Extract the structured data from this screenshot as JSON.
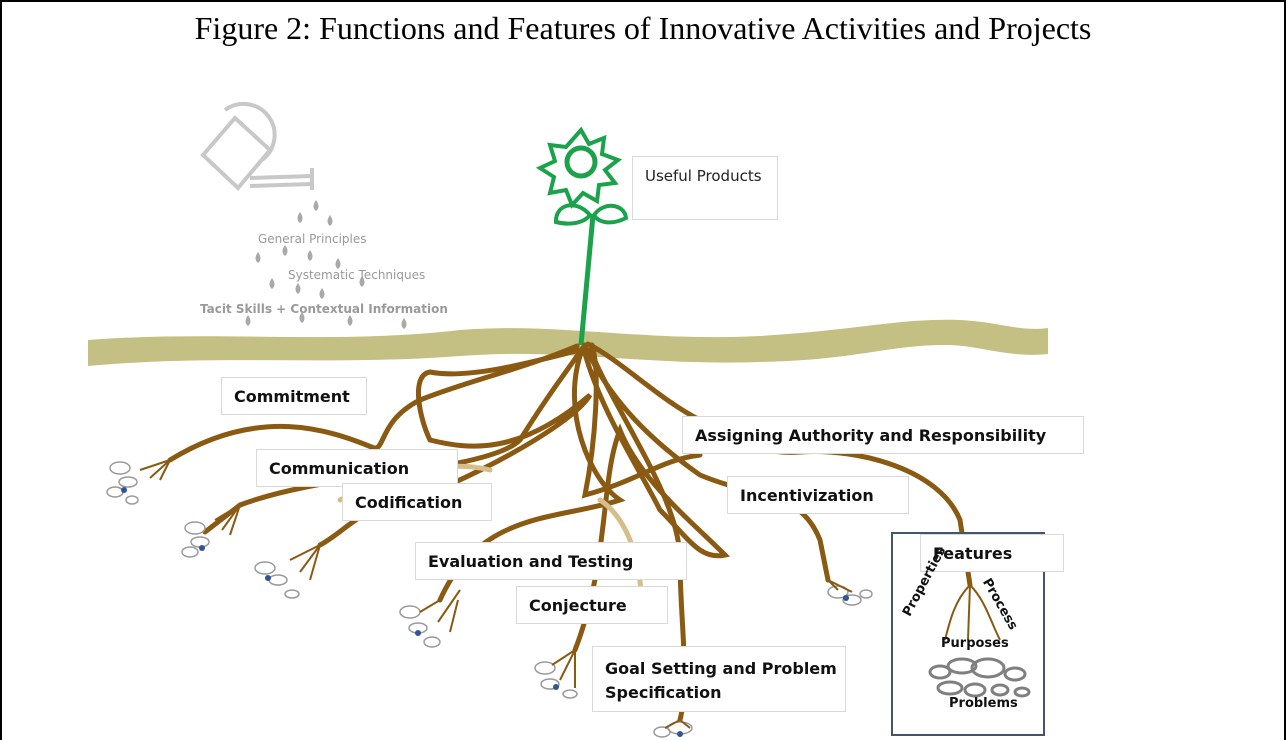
{
  "figure": {
    "title": "Figure 2: Functions and Features of Innovative Activities and Projects"
  },
  "watering": {
    "drops": [
      "General Principles",
      "Systematic Techniques",
      "Tacit Skills + Contextual Information"
    ]
  },
  "flower": {
    "label": "Useful Products"
  },
  "roots": [
    "Commitment",
    "Communication",
    "Codification",
    "Assigning Authority and Responsibility",
    "Incentivization",
    "Evaluation and Testing",
    "Conjecture",
    "Goal Setting and Problem Specification"
  ],
  "features": {
    "heading": "Features",
    "left_branch": "Properties",
    "right_branch": "Process",
    "middle": "Purposes",
    "bottom": "Problems"
  },
  "colors": {
    "ground": "#c4bf82",
    "root": "#8a5a12",
    "root_light": "#d6bd8a",
    "flower": "#1aa34a",
    "can": "#c8c8c8",
    "drop": "#a6a6a6",
    "feature_border": "#44546a"
  }
}
